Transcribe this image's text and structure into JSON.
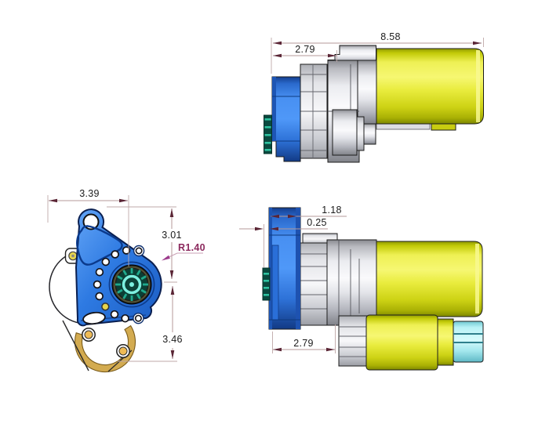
{
  "drawing": {
    "background": "#ffffff",
    "top_side_view": {
      "overall_length": "8.58",
      "bracket_to_gearbox": "2.79"
    },
    "front_view": {
      "overall_width": "3.39",
      "center_to_top": "3.01",
      "flange_radius": "R1.40",
      "center_to_bottom": "3.46"
    },
    "bottom_side_view": {
      "flange_thickness": "1.18",
      "connector_offset": "0.25",
      "flange_to_gearbox": "2.79"
    },
    "colors": {
      "bracket_blue": "#3b82ec",
      "motor_yellow": "#e9ec3e",
      "housing_gray": "#d9dade",
      "connector_teal": "#0a4a3f",
      "connector_stripe": "#2ec2a0",
      "end_cap_cyan": "#aeeef2",
      "retainer_tan": "#d3ab50",
      "eyelet_tan": "#efbb55",
      "pilot_yellow": "#e6d44e",
      "spline_cyan": "#7df0e0",
      "spline_teal": "#1fa98c",
      "dim_line": "#b49898",
      "dim_arrow": "#5a2535",
      "dim_text": "#1b1b1b",
      "radius_callout": "#8c2a5e",
      "radius_arrow": "#9c3a8c"
    }
  }
}
